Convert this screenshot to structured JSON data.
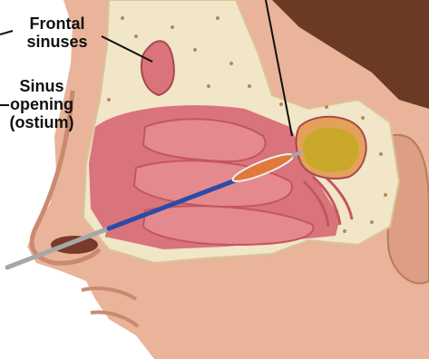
{
  "labels": {
    "frontal_sinuses": [
      "Frontal",
      "sinuses"
    ],
    "sinus_opening": [
      "Sinus",
      "opening",
      "(ostium)"
    ]
  },
  "colors": {
    "skin": "#e9b49a",
    "skin_shadow": "#d8947a",
    "hair": "#6b3a24",
    "cavity": "#d9737c",
    "turbinate": "#e48a8f",
    "turbinate_dark": "#c4565f",
    "bone": "#f1e6c8",
    "bone_dots": "#b58a52",
    "sinus_fluid": "#c9a82a",
    "balloon": "#e07a3a",
    "catheter": "#2d4aa8",
    "wire": "#a7a7a7",
    "leader_line": "#111111"
  },
  "icons": {
    "balloon_catheter": "balloon-catheter-icon"
  }
}
